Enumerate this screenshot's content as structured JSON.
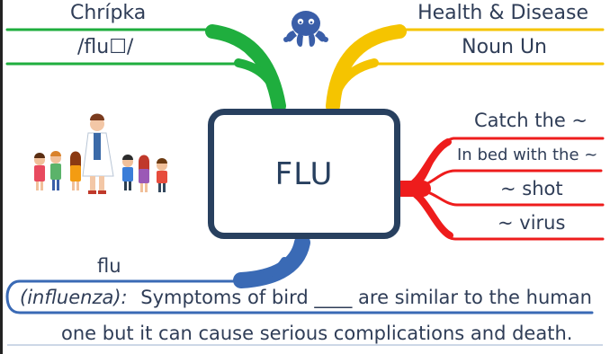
{
  "center": {
    "label": "FLU"
  },
  "branches": {
    "translation": {
      "word": "Chrípka",
      "pronunciation": "/flu☐/",
      "color": "#1fae3e"
    },
    "topic": {
      "category": "Health & Disease",
      "grammar": "Noun Un",
      "color": "#f5c400"
    },
    "collocations": {
      "color": "#ee1c1c",
      "items": [
        "Catch the ~",
        "In bed with the ~",
        "~ shot",
        "~ virus"
      ]
    },
    "definition": {
      "word": "flu",
      "color": "#3a6ab5",
      "full_form": "(influenza):",
      "line1": "Symptoms of bird ____ are similar to the human",
      "line2": "one but it can cause serious complications and death."
    }
  },
  "icons": [
    "octopus-logo-icon",
    "teacher-with-children-illustration"
  ]
}
